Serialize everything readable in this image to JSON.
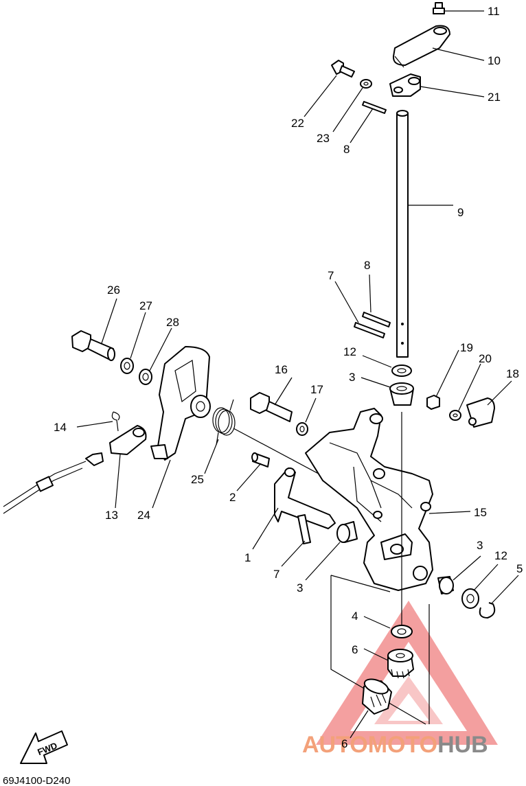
{
  "diagram": {
    "code": "69J4100-D240",
    "fwd_label": "FWD",
    "watermark": {
      "prefix": "AUTOMOTO",
      "suffix": "HUB",
      "prefix_color": "#f3a17a",
      "suffix_color": "#8a8a8a",
      "triangle_color": "#f08080"
    },
    "callouts": [
      "11",
      "10",
      "21",
      "22",
      "23",
      "8",
      "9",
      "8",
      "7",
      "12",
      "3",
      "19",
      "20",
      "18",
      "26",
      "27",
      "28",
      "16",
      "17",
      "14",
      "25",
      "2",
      "13",
      "24",
      "1",
      "7",
      "3",
      "15",
      "3",
      "12",
      "5",
      "4",
      "6",
      "6"
    ]
  }
}
